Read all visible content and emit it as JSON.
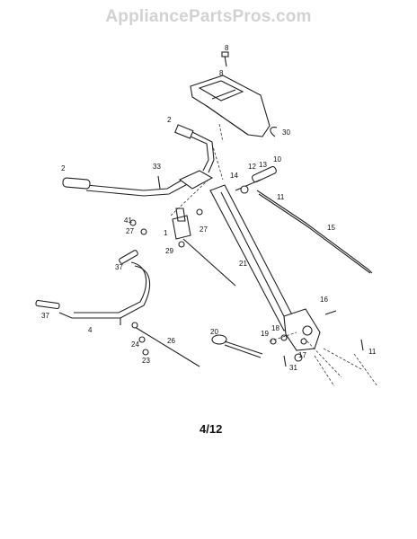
{
  "watermark": "AppliancePartsPros.com",
  "page_number": "4/12",
  "callouts": [
    "8",
    "8",
    "2",
    "30",
    "2",
    "33",
    "13",
    "10",
    "12",
    "14",
    "11",
    "41",
    "27",
    "27",
    "1",
    "15",
    "29",
    "37",
    "21",
    "37",
    "4",
    "16",
    "20",
    "18",
    "19",
    "17",
    "11",
    "24",
    "23",
    "26",
    "31"
  ]
}
